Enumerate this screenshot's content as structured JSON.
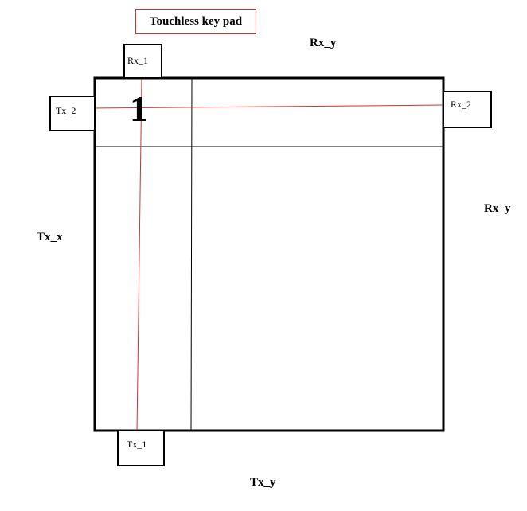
{
  "title": "Touchless key pad",
  "sensors": {
    "rx_1": "Rx_1",
    "rx_2": "Rx_2",
    "tx_1": "Tx_1",
    "tx_2": "Tx_2"
  },
  "axis_labels": {
    "rx_y_top": "Rx_y",
    "rx_y_right": "Rx_y",
    "tx_x": "Tx_x",
    "tx_y": "Tx_y"
  },
  "key": {
    "digit": "1"
  },
  "colors": {
    "beam": "#cc3333",
    "title_border": "#cc3333",
    "outline": "#000000"
  }
}
